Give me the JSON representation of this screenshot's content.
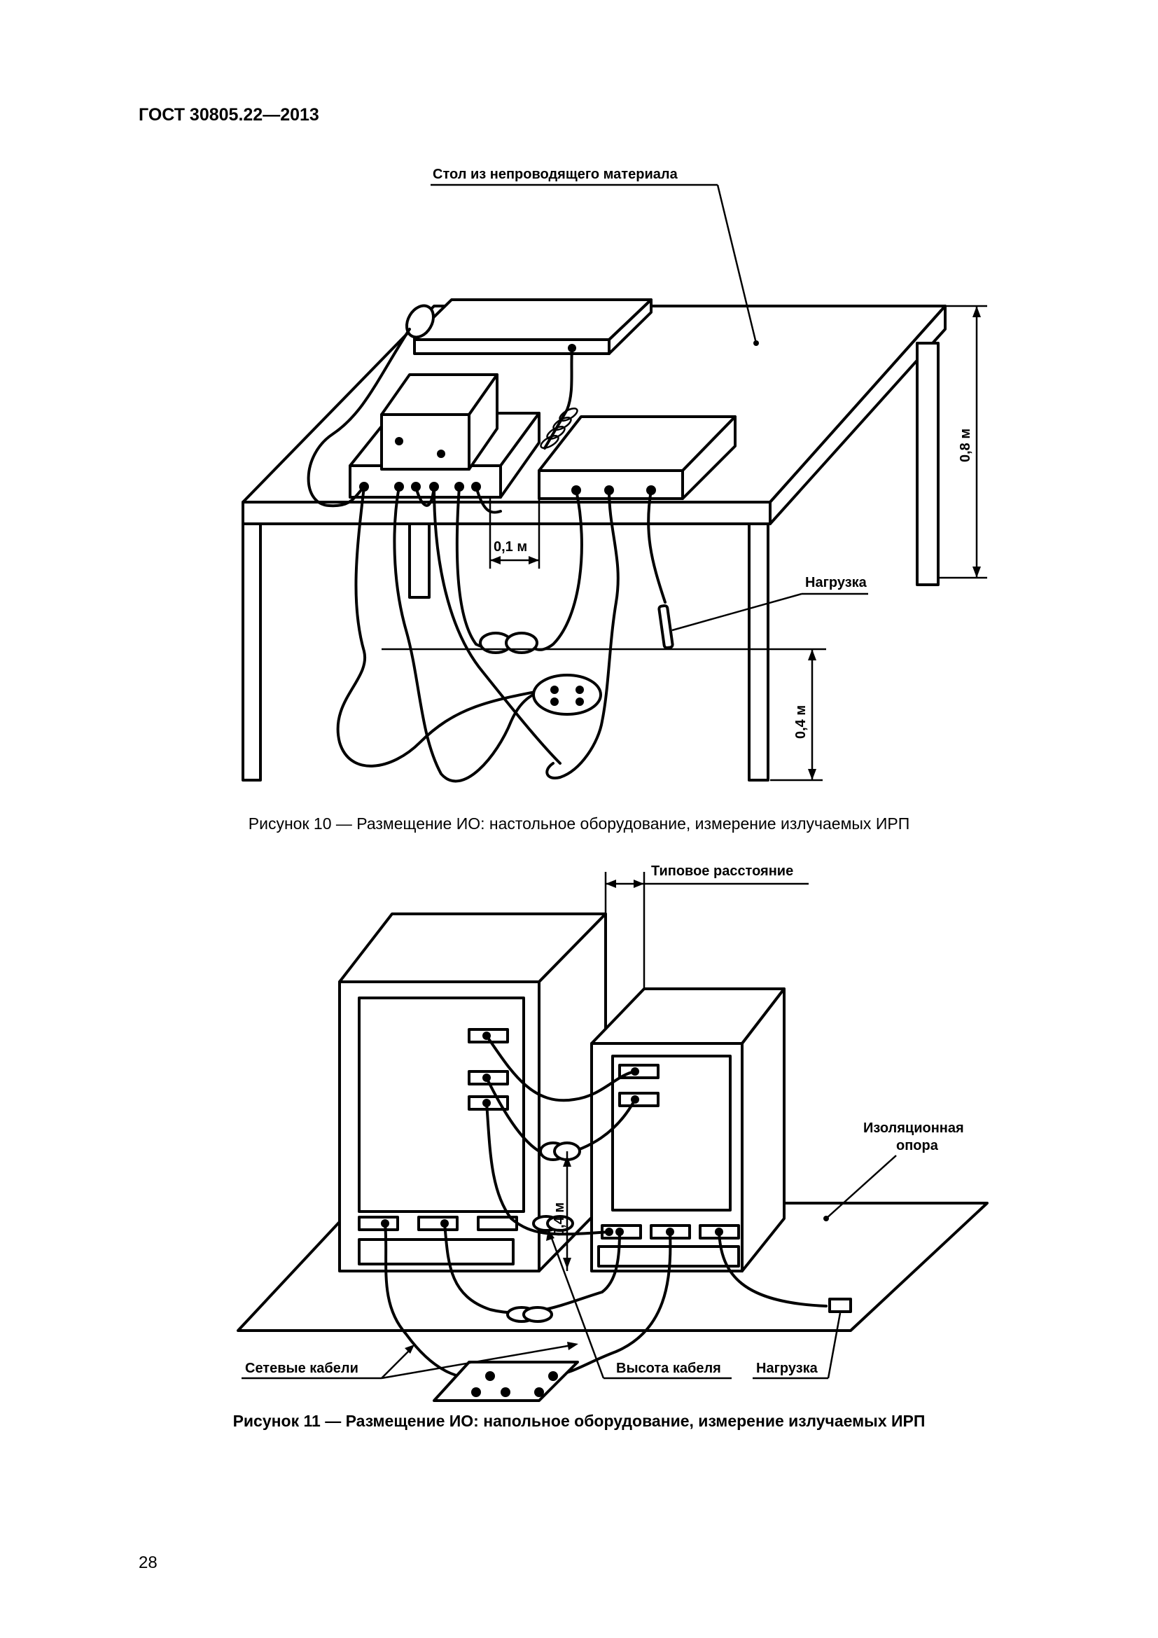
{
  "header": {
    "standard": "ГОСТ 30805.22—2013"
  },
  "figure10": {
    "labels": {
      "table": "Стол из непроводящего материала",
      "load": "Нагрузка",
      "distance_01": "0,1 м",
      "height_08": "0,8 м",
      "height_04": "0,4 м"
    },
    "caption": "Рисунок 10 — Размещение ИО: настольное оборудование, измерение излучаемых ИРП"
  },
  "figure11": {
    "labels": {
      "typical_distance": "Типовое расстояние",
      "insulating_support_line1": "Изоляционная",
      "insulating_support_line2": "опора",
      "height_04": "0,4 м",
      "power_cables": "Сетевые кабели",
      "cable_height": "Высота кабеля",
      "load": "Нагрузка"
    },
    "caption": "Рисунок 11 — Размещение ИО: напольное оборудование, измерение излучаемых ИРП"
  },
  "page_number": "28"
}
